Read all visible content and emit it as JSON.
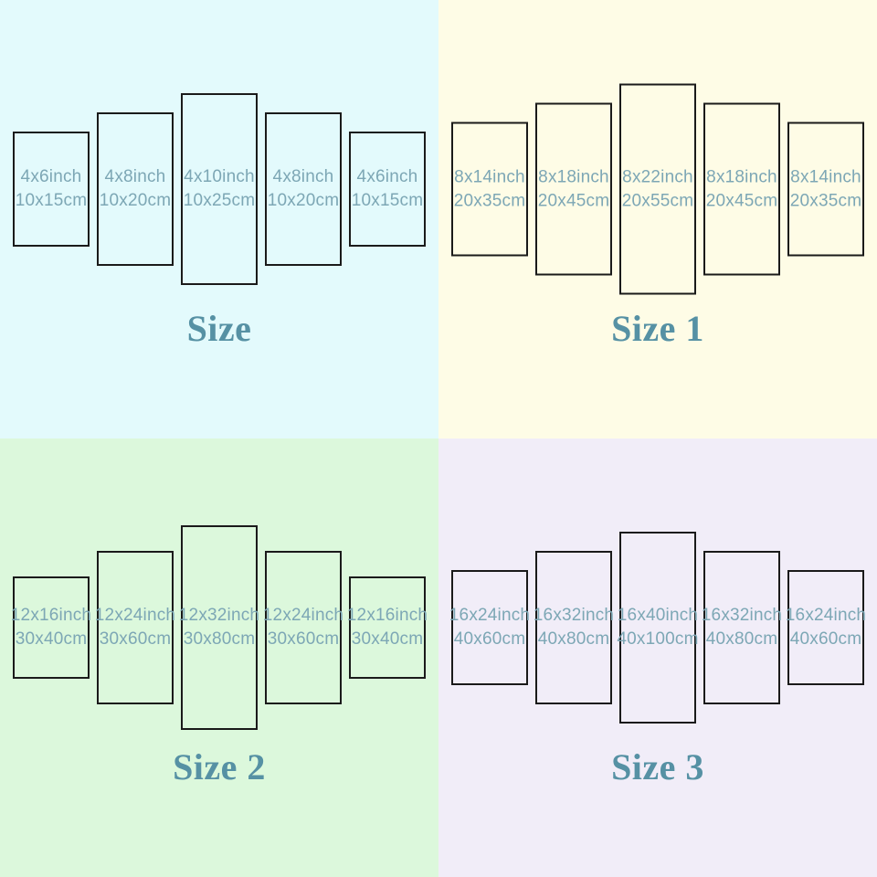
{
  "colors": {
    "panel_border": "#1a1a1a",
    "panel_text": "#7da7b5",
    "title_text": "#5691a4",
    "backgrounds": {
      "top_left": "#e3fafc",
      "top_right": "#fefce6",
      "bottom_left": "#dcf8dc",
      "bottom_right": "#f1edf8"
    }
  },
  "quadrants": [
    {
      "title": "Size",
      "bg": "#e3fafc",
      "panels": [
        {
          "inch": "4x6inch",
          "cm": "10x15cm",
          "w_in": 4,
          "h_in": 6
        },
        {
          "inch": "4x8inch",
          "cm": "10x20cm",
          "w_in": 4,
          "h_in": 8
        },
        {
          "inch": "4x10inch",
          "cm": "10x25cm",
          "w_in": 4,
          "h_in": 10
        },
        {
          "inch": "4x8inch",
          "cm": "10x20cm",
          "w_in": 4,
          "h_in": 8
        },
        {
          "inch": "4x6inch",
          "cm": "10x15cm",
          "w_in": 4,
          "h_in": 6
        }
      ]
    },
    {
      "title": "Size 1",
      "bg": "#fefce6",
      "panels": [
        {
          "inch": "8x14inch",
          "cm": "20x35cm",
          "w_in": 8,
          "h_in": 14
        },
        {
          "inch": "8x18inch",
          "cm": "20x45cm",
          "w_in": 8,
          "h_in": 18
        },
        {
          "inch": "8x22inch",
          "cm": "20x55cm",
          "w_in": 8,
          "h_in": 22
        },
        {
          "inch": "8x18inch",
          "cm": "20x45cm",
          "w_in": 8,
          "h_in": 18
        },
        {
          "inch": "8x14inch",
          "cm": "20x35cm",
          "w_in": 8,
          "h_in": 14
        }
      ]
    },
    {
      "title": "Size 2",
      "bg": "#dcf8dc",
      "panels": [
        {
          "inch": "12x16inch",
          "cm": "30x40cm",
          "w_in": 12,
          "h_in": 16
        },
        {
          "inch": "12x24inch",
          "cm": "30x60cm",
          "w_in": 12,
          "h_in": 24
        },
        {
          "inch": "12x32inch",
          "cm": "30x80cm",
          "w_in": 12,
          "h_in": 32
        },
        {
          "inch": "12x24inch",
          "cm": "30x60cm",
          "w_in": 12,
          "h_in": 24
        },
        {
          "inch": "12x16inch",
          "cm": "30x40cm",
          "w_in": 12,
          "h_in": 16
        }
      ]
    },
    {
      "title": "Size 3",
      "bg": "#f1edf8",
      "panels": [
        {
          "inch": "16x24inch",
          "cm": "40x60cm",
          "w_in": 16,
          "h_in": 24
        },
        {
          "inch": "16x32inch",
          "cm": "40x80cm",
          "w_in": 16,
          "h_in": 32
        },
        {
          "inch": "16x40inch",
          "cm": "40x100cm",
          "w_in": 16,
          "h_in": 40
        },
        {
          "inch": "16x32inch",
          "cm": "40x80cm",
          "w_in": 16,
          "h_in": 32
        },
        {
          "inch": "16x24inch",
          "cm": "40x60cm",
          "w_in": 16,
          "h_in": 24
        }
      ]
    }
  ]
}
